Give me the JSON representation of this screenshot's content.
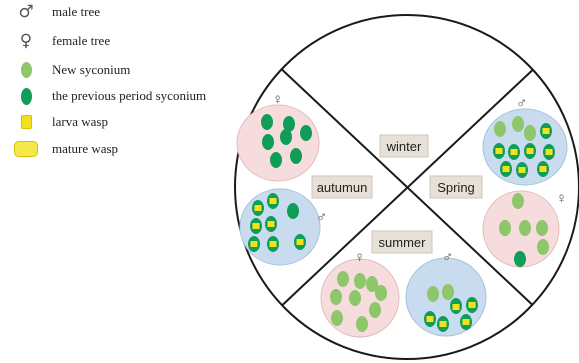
{
  "legend": {
    "male": {
      "symbol": "♂",
      "label": "male tree"
    },
    "female": {
      "symbol": "♀",
      "label": "female tree"
    },
    "new": {
      "label": "New syconium"
    },
    "previous": {
      "label": "the previous period syconium"
    },
    "larva": {
      "label": "larva wasp"
    },
    "mature": {
      "label": "mature wasp"
    }
  },
  "seasons": {
    "winter": "winter",
    "spring": "Spring",
    "summer": "summer",
    "autumn": "autumun"
  },
  "colors": {
    "new_syconium": "#8dc66b",
    "previous_syconium": "#0f9d58",
    "larva_wasp": "#f2e11d",
    "mature_wasp": "#f7e84a",
    "female_bg": "#f6dcdc",
    "male_bg": "#c9dcef",
    "label_bg": "#e6e0d6"
  }
}
